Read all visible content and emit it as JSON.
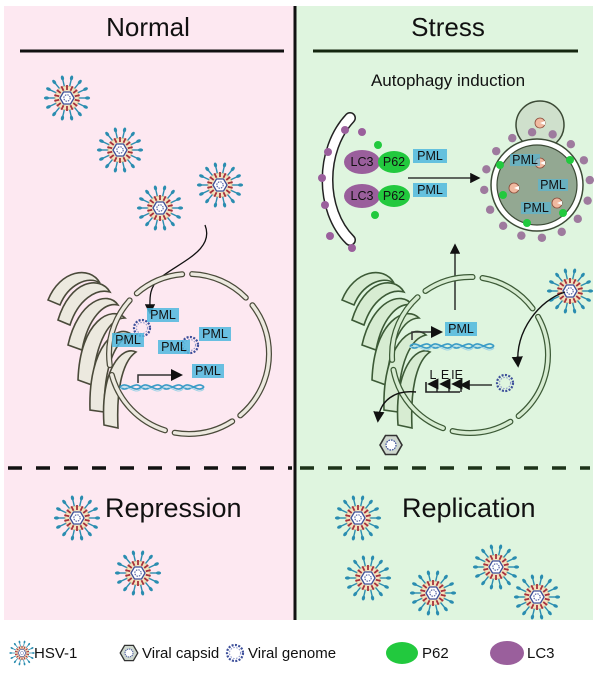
{
  "panels": {
    "normal": {
      "title": "Normal",
      "outcome": "Repression",
      "background": "#fde8f1"
    },
    "stress": {
      "title": "Stress",
      "subtitle": "Autophagy induction",
      "outcome": "Replication",
      "background": "#dff5df"
    }
  },
  "labels": {
    "pml": "PML",
    "p62": "P62",
    "lc3": "LC3",
    "promoters": [
      "L",
      "E",
      "IE"
    ]
  },
  "legend": [
    {
      "icon": "hsv1-virion-icon",
      "label": "HSV-1"
    },
    {
      "icon": "viral-capsid-icon",
      "label": "Viral capsid"
    },
    {
      "icon": "viral-genome-icon",
      "label": "Viral genome"
    },
    {
      "icon": "p62-ellipse-icon",
      "label": "P62"
    },
    {
      "icon": "lc3-ellipse-icon",
      "label": "LC3"
    }
  ],
  "colors": {
    "p62": "#22c93e",
    "lc3": "#9a5f9c",
    "lc3_dot": "#9e7a9e",
    "pml_box": "#4fb7de",
    "spike_outer": "#2a8db0",
    "spike_inner": "#a8303c",
    "envelope": "#f3e3bf",
    "capsid": "#3d4f9a",
    "membrane_normal": "#ece9df",
    "membrane_stress": "#d7ecd2",
    "membrane_stroke_normal": "#4a4a3a",
    "membrane_stroke_stress": "#3c5a36",
    "autophagosome": "#93a892",
    "divider": "#111111"
  }
}
